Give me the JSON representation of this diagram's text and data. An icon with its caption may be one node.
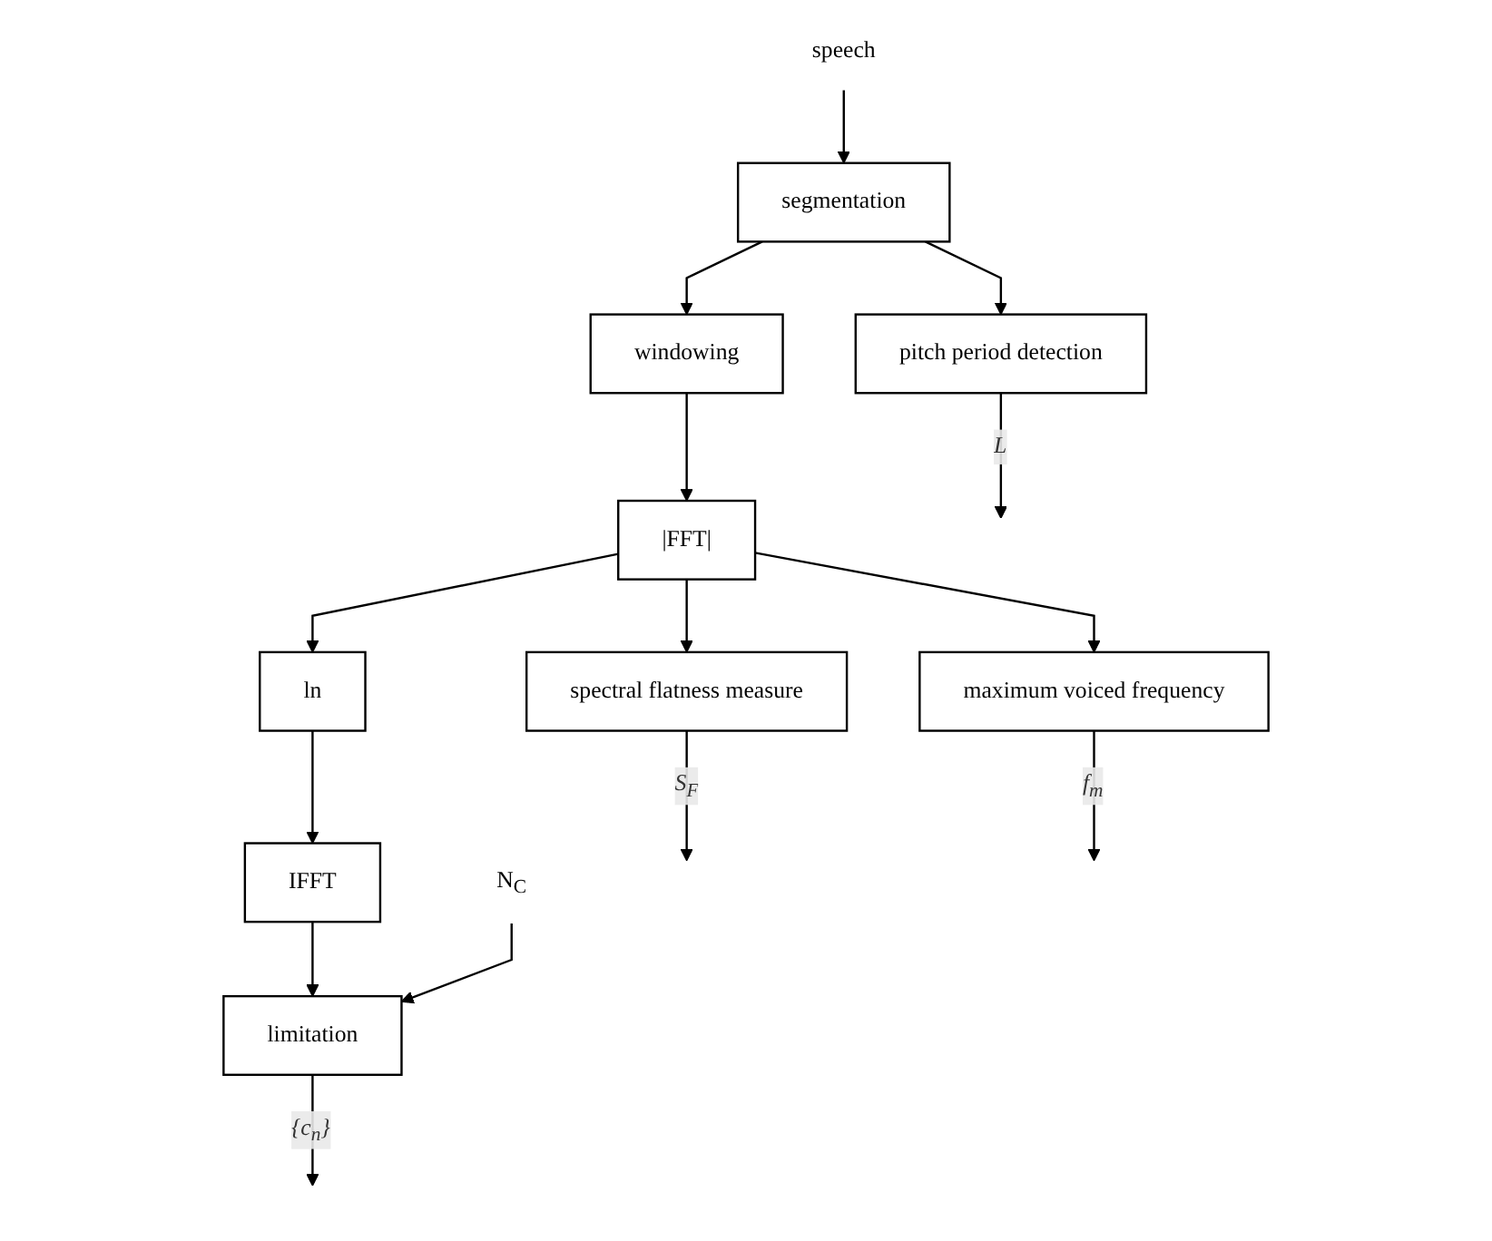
{
  "diagram": {
    "nodes": [
      {
        "text": [
          "speech"
        ]
      },
      {
        "text": [
          "segmentation"
        ]
      },
      {
        "text": [
          "windowing"
        ]
      },
      {
        "text": [
          "|FFT|"
        ]
      },
      {
        "text": [
          "ln"
        ]
      },
      {
        "text": [
          "IFFT"
        ]
      },
      {
        "text": [
          "pitch period detection"
        ]
      },
      {
        "text": [
          "spectral flatness measure"
        ]
      },
      {
        "text": [
          "maximum voiced frequency"
        ]
      },
      {
        "text": [
          "limitation"
        ]
      },
      {
        "text": [
          "N$_{C}$"
        ]
      }
    ],
    "edges": [
      {
        "from": 0,
        "to": 1,
        "arrow": "to"
      },
      {
        "from": 1,
        "to": 2,
        "arrow": "to"
      },
      {
        "from": 1,
        "to": 6,
        "arrow": "to"
      },
      {
        "from": 2,
        "to": 3,
        "arrow": "to"
      },
      {
        "from": 3,
        "to": 4,
        "arrow": "to"
      },
      {
        "from": 3,
        "to": 7,
        "arrow": "to"
      },
      {
        "from": 3,
        "to": 8,
        "arrow": "to"
      },
      {
        "from": 4,
        "to": 5,
        "arrow": "to"
      },
      {
        "from": 5,
        "to": 9,
        "arrow": "to"
      },
      {
        "from": 10,
        "to": 9,
        "arrow": "to"
      },
      {
        "from": 6,
        "to": null,
        "arrow": "to",
        "label": "L"
      },
      {
        "from": 7,
        "to": null,
        "arrow": "to",
        "label": "S$_{F}$"
      },
      {
        "from": 8,
        "to": null,
        "arrow": "to",
        "label": "f$_{m}$"
      },
      {
        "from": 9,
        "to": null,
        "arrow": "to",
        "label": "{c$_{n}$}"
      }
    ]
  }
}
